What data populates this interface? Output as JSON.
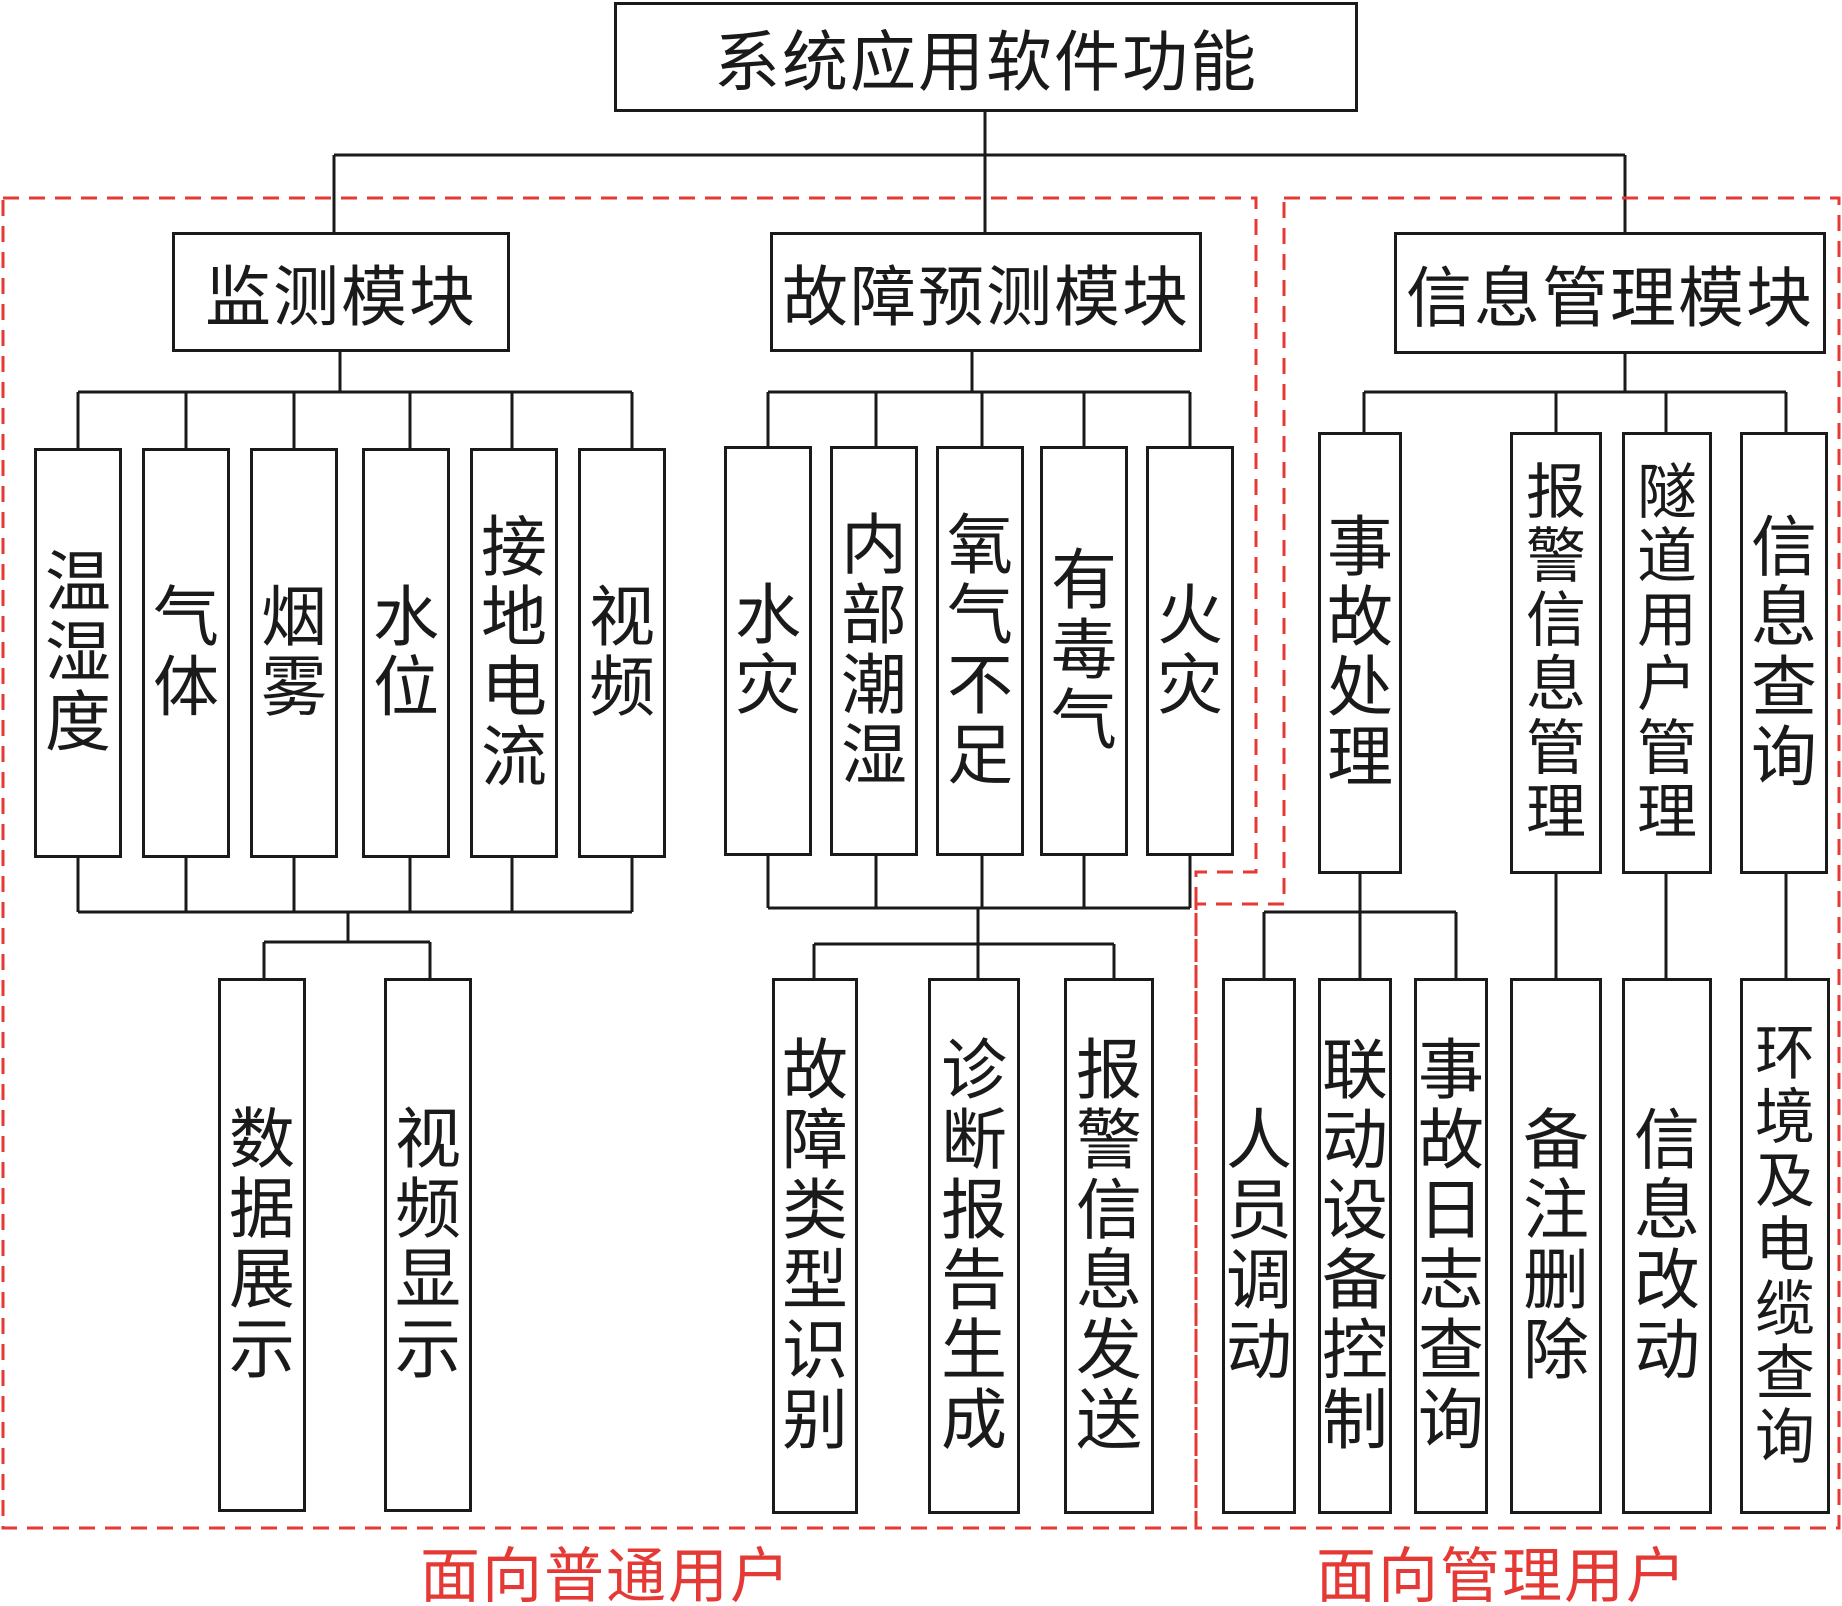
{
  "root": "系统应用软件功能",
  "modules": [
    {
      "title": "监测模块",
      "items": [
        "温湿度",
        "气体",
        "烟雾",
        "水位",
        "接地电流",
        "视频"
      ],
      "outputs": [
        "数据展示",
        "视频显示"
      ]
    },
    {
      "title": "故障预测模块",
      "items": [
        "水灾",
        "内部潮湿",
        "氧气不足",
        "有毒气",
        "火灾"
      ],
      "outputs": [
        "故障类型识别",
        "诊断报告生成",
        "报警信息发送"
      ]
    },
    {
      "title": "信息管理模块",
      "items": [
        "事故处理",
        "报警信息管理",
        "隧道用户管理",
        "信息查询"
      ],
      "accident_subitems": [
        "人员调动",
        "联动设备控制",
        "事故日志查询"
      ],
      "item_subitems": [
        "备注删除",
        "信息改动",
        "环境及电缆查询"
      ]
    }
  ],
  "groups": {
    "ordinary_users": "面向普通用户",
    "admin_users": "面向管理用户"
  },
  "colors": {
    "lines": "#1a1a1a",
    "group_border": "#e53935"
  }
}
